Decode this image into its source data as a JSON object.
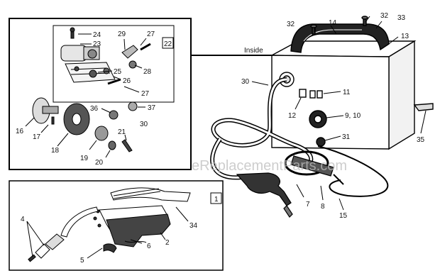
{
  "diagram": {
    "inside_label": "Inside",
    "watermark": "eReplacementParts.com",
    "inset_box_1_tag": "22",
    "inset_box_2_tag": "1",
    "labels": {
      "l24": "24",
      "l23": "23",
      "l29": "29",
      "l27a": "27",
      "l25": "25",
      "l28": "28",
      "l26": "26",
      "l27b": "27",
      "l36": "36",
      "l37": "37",
      "l16": "16",
      "l17": "17",
      "l18": "18",
      "l19": "19",
      "l20": "20",
      "l21": "21",
      "l30a": "30",
      "l32a": "32",
      "l14": "14",
      "l32b": "32",
      "l33": "33",
      "l13": "13",
      "l30b": "30",
      "l11": "11",
      "l12": "12",
      "l910": "9, 10",
      "l31": "31",
      "l35": "35",
      "l7": "7",
      "l8": "8",
      "l15": "15",
      "l4": "4",
      "l34": "34",
      "l2": "2",
      "l6": "6",
      "l5": "5"
    }
  }
}
